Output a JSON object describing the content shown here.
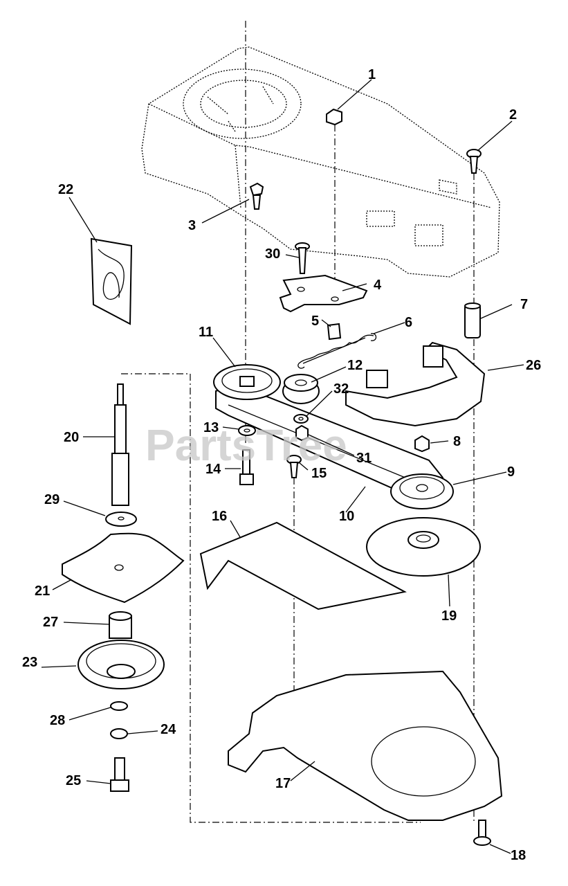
{
  "watermark": "PartsTree",
  "callouts": [
    {
      "id": "1",
      "text": "1"
    },
    {
      "id": "2",
      "text": "2"
    },
    {
      "id": "3",
      "text": "3"
    },
    {
      "id": "4",
      "text": "4"
    },
    {
      "id": "5",
      "text": "5"
    },
    {
      "id": "6",
      "text": "6"
    },
    {
      "id": "7",
      "text": "7"
    },
    {
      "id": "8",
      "text": "8"
    },
    {
      "id": "9",
      "text": "9"
    },
    {
      "id": "10",
      "text": "10"
    },
    {
      "id": "11",
      "text": "11"
    },
    {
      "id": "12",
      "text": "12"
    },
    {
      "id": "13",
      "text": "13"
    },
    {
      "id": "14",
      "text": "14"
    },
    {
      "id": "15",
      "text": "15"
    },
    {
      "id": "16",
      "text": "16"
    },
    {
      "id": "17",
      "text": "17"
    },
    {
      "id": "18",
      "text": "18"
    },
    {
      "id": "19",
      "text": "19"
    },
    {
      "id": "20",
      "text": "20"
    },
    {
      "id": "21",
      "text": "21"
    },
    {
      "id": "22",
      "text": "22"
    },
    {
      "id": "23",
      "text": "23"
    },
    {
      "id": "24",
      "text": "24"
    },
    {
      "id": "25",
      "text": "25"
    },
    {
      "id": "26",
      "text": "26"
    },
    {
      "id": "27",
      "text": "27"
    },
    {
      "id": "28",
      "text": "28"
    },
    {
      "id": "29",
      "text": "29"
    },
    {
      "id": "30",
      "text": "30"
    },
    {
      "id": "31",
      "text": "31"
    },
    {
      "id": "32",
      "text": "32"
    }
  ]
}
